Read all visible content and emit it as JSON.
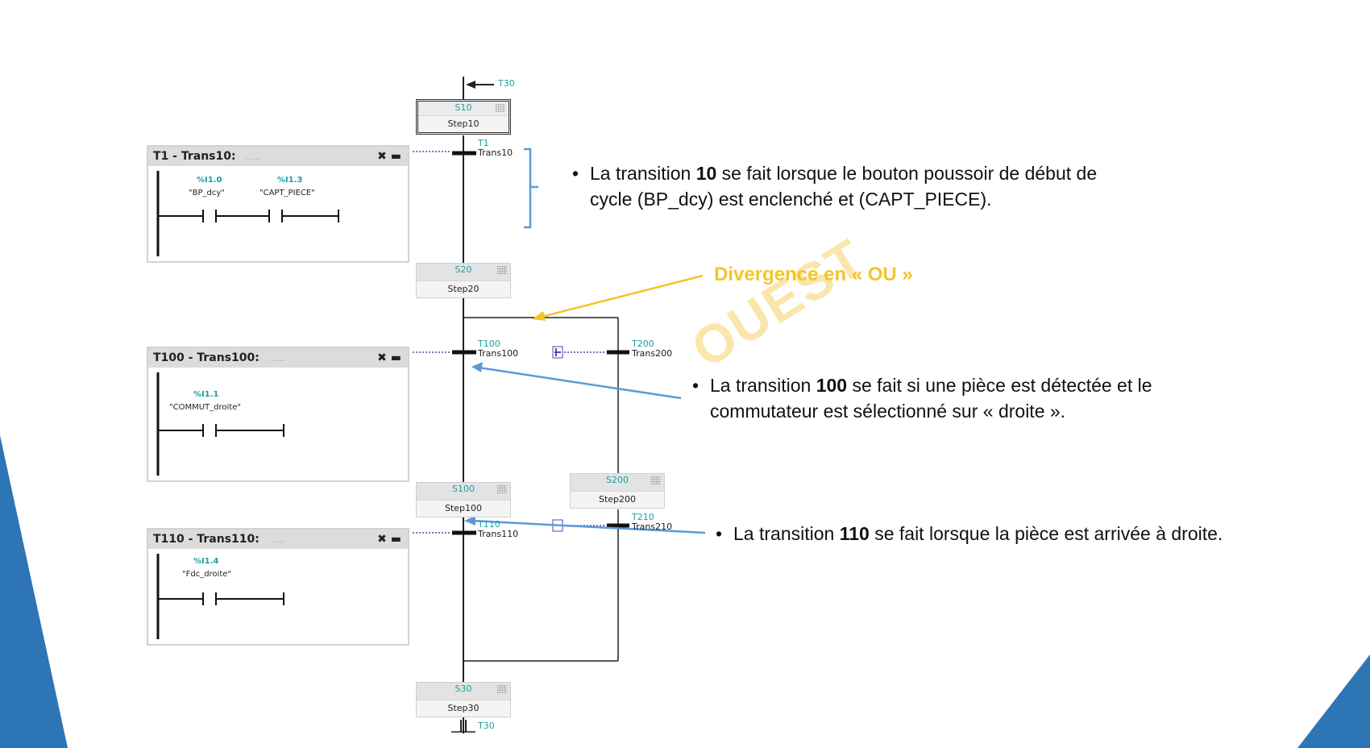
{
  "colors": {
    "accent_blue": "#2e75b6",
    "arrow_blue": "#5b9bd5",
    "divergence_yellow": "#f3c52a",
    "id_teal": "#1aa0a0"
  },
  "top_transition": "T30",
  "bottom_transition": "T30",
  "steps": [
    {
      "id": "S10",
      "name": "Step10"
    },
    {
      "id": "S20",
      "name": "Step20"
    },
    {
      "id": "S100",
      "name": "Step100"
    },
    {
      "id": "S200",
      "name": "Step200"
    },
    {
      "id": "S30",
      "name": "Step30"
    }
  ],
  "transitions": [
    {
      "id": "T1",
      "name": "Trans10"
    },
    {
      "id": "T100",
      "name": "Trans100"
    },
    {
      "id": "T200",
      "name": "Trans200"
    },
    {
      "id": "T110",
      "name": "Trans110"
    },
    {
      "id": "T210",
      "name": "Trans210"
    }
  ],
  "panels": [
    {
      "title": "T1 - Trans10:",
      "contacts": [
        {
          "address": "%I1.0",
          "name": "\"BP_dcy\""
        },
        {
          "address": "%I1.3",
          "name": "\"CAPT_PIECE\""
        }
      ]
    },
    {
      "title": "T100 - Trans100:",
      "contacts": [
        {
          "address": "%I1.1",
          "name": "\"COMMUT_droite\""
        }
      ]
    },
    {
      "title": "T110 - Trans110:",
      "contacts": [
        {
          "address": "%I1.4",
          "name": "\"Fdc_droite\""
        }
      ]
    }
  ],
  "divergence_label": "Divergence en « OU »",
  "watermark": "OUEST",
  "bullets": [
    {
      "before": "La transition ",
      "bold": "10",
      "after": " se fait lorsque le bouton poussoir de début de",
      "line2": "cycle (BP_dcy) est enclenché et (CAPT_PIECE)."
    },
    {
      "before": "La transition ",
      "bold": "100",
      "after": " se fait si une pièce est détectée et le",
      "line2": "commutateur est sélectionné sur « droite »."
    },
    {
      "before": "La transition ",
      "bold": "110",
      "after": " se fait lorsque la pièce est arrivée à droite.",
      "line2": ""
    }
  ]
}
